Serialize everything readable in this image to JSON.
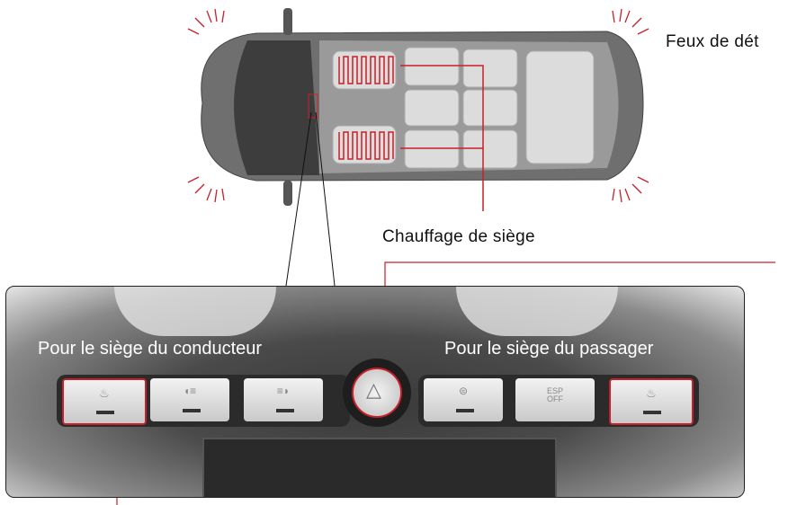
{
  "labels": {
    "hazard_lights": "Feux de dét",
    "seat_heating": "Chauffage de siège",
    "driver_seat": "Pour le siège du conducteur",
    "passenger_seat": "Pour le siège du passager"
  },
  "buttons": [
    {
      "icon": "seat-heating-driver-icon",
      "highlighted": true
    },
    {
      "icon": "fog-light-rear-icon",
      "highlighted": false
    },
    {
      "icon": "fog-light-front-icon",
      "highlighted": false
    },
    {
      "icon": "hazard-icon",
      "highlighted": true
    },
    {
      "icon": "child-lock-icon",
      "highlighted": false
    },
    {
      "icon": "esp-off-icon",
      "text": "ESP OFF",
      "highlighted": false
    },
    {
      "icon": "seat-heating-passenger-icon",
      "highlighted": true
    }
  ],
  "colors": {
    "highlight": "#c8202a",
    "car_body": "#7a7a7a",
    "seat": "#d8d8d8"
  }
}
